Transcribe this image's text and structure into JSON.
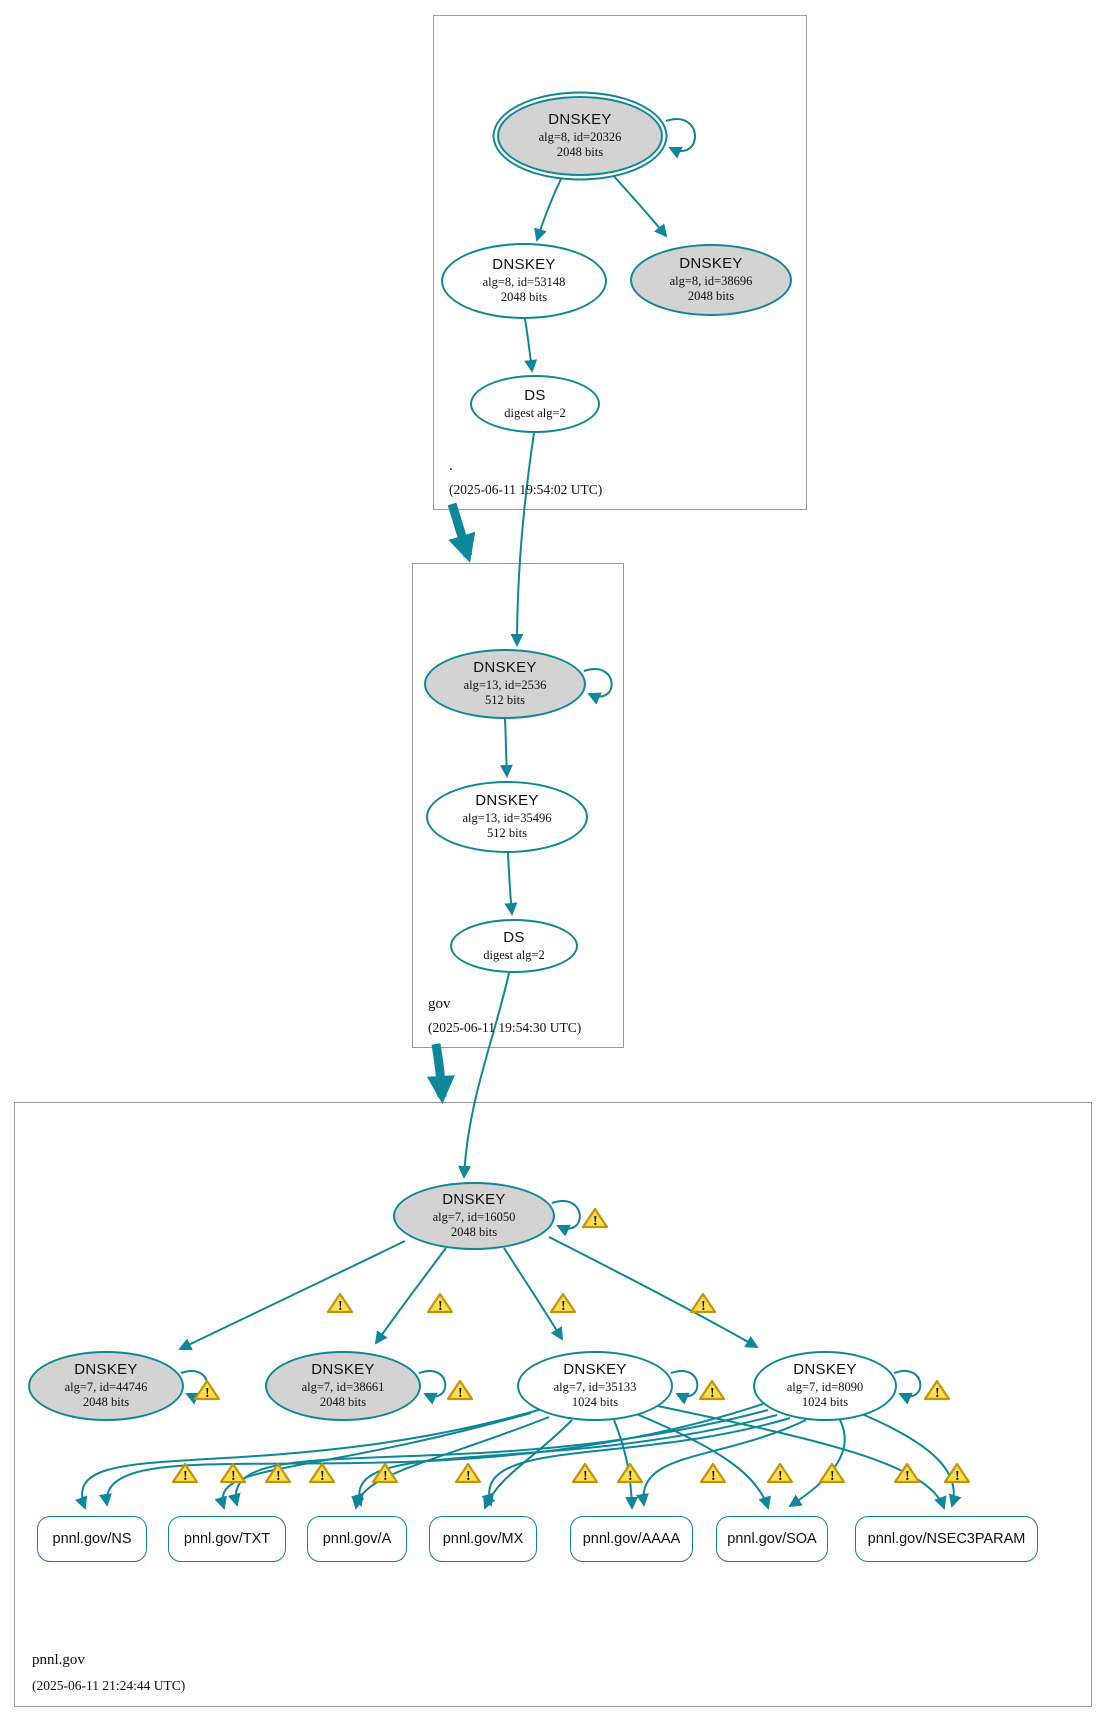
{
  "icons": {
    "warning_glyph": "!"
  },
  "colors": {
    "edge": "#0d8799",
    "node_fill_gray": "#d3d3d3",
    "warning_fill": "#fcde52",
    "warning_border": "#c49406"
  },
  "zones": [
    {
      "name": ".",
      "timestamp": "(2025-06-11 19:54:02 UTC)",
      "nodes": {
        "ksk": {
          "type": "DNSKEY",
          "meta": "alg=8, id=20326",
          "bits": "2048 bits"
        },
        "zsk": {
          "type": "DNSKEY",
          "meta": "alg=8, id=53148",
          "bits": "2048 bits"
        },
        "key3": {
          "type": "DNSKEY",
          "meta": "alg=8, id=38696",
          "bits": "2048 bits"
        },
        "ds": {
          "type": "DS",
          "meta": "digest alg=2"
        }
      }
    },
    {
      "name": "gov",
      "timestamp": "(2025-06-11 19:54:30 UTC)",
      "nodes": {
        "ksk": {
          "type": "DNSKEY",
          "meta": "alg=13, id=2536",
          "bits": "512 bits"
        },
        "zsk": {
          "type": "DNSKEY",
          "meta": "alg=13, id=35496",
          "bits": "512 bits"
        },
        "ds": {
          "type": "DS",
          "meta": "digest alg=2"
        }
      }
    },
    {
      "name": "pnnl.gov",
      "timestamp": "(2025-06-11 21:24:44 UTC)",
      "nodes": {
        "ksk": {
          "type": "DNSKEY",
          "meta": "alg=7, id=16050",
          "bits": "2048 bits"
        },
        "key44746": {
          "type": "DNSKEY",
          "meta": "alg=7, id=44746",
          "bits": "2048 bits"
        },
        "key38661": {
          "type": "DNSKEY",
          "meta": "alg=7, id=38661",
          "bits": "2048 bits"
        },
        "key35133": {
          "type": "DNSKEY",
          "meta": "alg=7, id=35133",
          "bits": "1024 bits"
        },
        "key8090": {
          "type": "DNSKEY",
          "meta": "alg=7, id=8090",
          "bits": "1024 bits"
        }
      },
      "rrsets": [
        {
          "label": "pnnl.gov/NS"
        },
        {
          "label": "pnnl.gov/TXT"
        },
        {
          "label": "pnnl.gov/A"
        },
        {
          "label": "pnnl.gov/MX"
        },
        {
          "label": "pnnl.gov/AAAA"
        },
        {
          "label": "pnnl.gov/SOA"
        },
        {
          "label": "pnnl.gov/NSEC3PARAM"
        }
      ]
    }
  ]
}
